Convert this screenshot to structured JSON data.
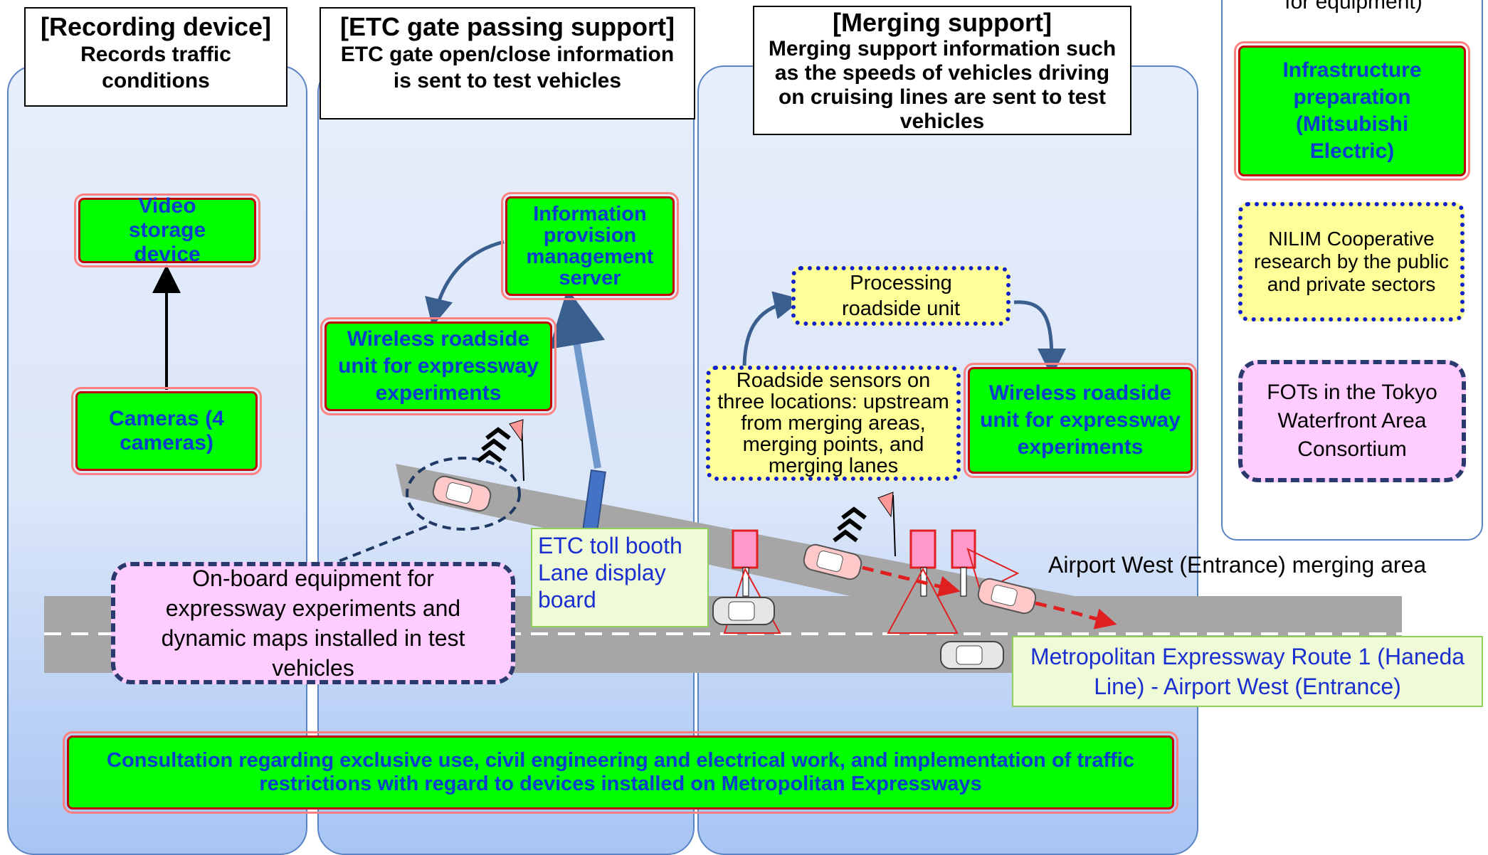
{
  "panels": {
    "recording": {
      "title": "[Recording device]",
      "subtitle": "Records traffic conditions"
    },
    "etc": {
      "title": "[ETC gate passing support]",
      "subtitle": "ETC gate open/close information is sent to test vehicles"
    },
    "merging": {
      "title": "[Merging support]",
      "subtitle": "Merging support information such as the speeds of vehicles driving on cruising lines are sent to test vehicles"
    }
  },
  "boxes": {
    "video_storage": "Video storage device",
    "cameras": "Cameras (4 cameras)",
    "info_server": "Information provision management server",
    "wireless_etc": "Wireless roadside unit for expressway experiments",
    "wireless_merge": "Wireless roadside unit for expressway experiments",
    "processing": "Processing roadside unit",
    "sensors": "Roadside sensors on three locations: upstream from merging areas, merging points, and merging lanes",
    "onboard": "On-board equipment for expressway experiments and dynamic maps installed in test vehicles",
    "etc_booth": "ETC toll booth Lane display board",
    "metro_route": "Metropolitan Expressway Route 1 (Haneda Line) - Airport West (Entrance)",
    "consultation": "Consultation regarding exclusive use, civil engineering and electrical work, and implementation of traffic restrictions with regard to devices installed on Metropolitan Expressways"
  },
  "labels": {
    "merging_area": "Airport West (Entrance) merging area"
  },
  "legend": {
    "top_fragment": "for equipment)",
    "infra": "Infrastructure preparation (Mitsubishi Electric)",
    "nilim": "NILIM Cooperative research by the public and private sectors",
    "fots": "FOTs in the Tokyo Waterfront Area Consortium"
  },
  "colors": {
    "green_box": "#00ff00",
    "green_text": "#0a3ecc",
    "red_border": "#c00000",
    "yellow_box": "#ffff99",
    "pink_box": "#ffccff",
    "panel_blue": "#dbe6f9",
    "road_gray": "#a6a6a6"
  }
}
